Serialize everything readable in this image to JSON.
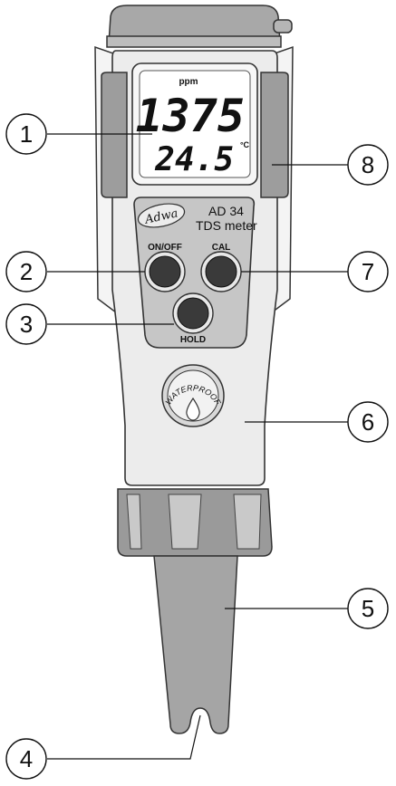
{
  "display": {
    "unit_top": "ppm",
    "reading": "1375",
    "temperature": "24.5",
    "temp_unit": "°C"
  },
  "panel": {
    "brand": "Adwa",
    "model": "AD 34",
    "product": "TDS meter"
  },
  "buttons": {
    "on_off": "ON/OFF",
    "cal": "CAL",
    "hold": "HOLD"
  },
  "badge": {
    "text": "WATERPROOF"
  },
  "callouts": {
    "c1": "1",
    "c2": "2",
    "c3": "3",
    "c4": "4",
    "c5": "5",
    "c6": "6",
    "c7": "7",
    "c8": "8"
  },
  "colors": {
    "body": "#ececec",
    "outline": "#333333",
    "dark_gray": "#9a9a9a",
    "mid_gray": "#b5b5b5",
    "panel_gray": "#c8c8c8",
    "button": "#3a3a3a"
  }
}
